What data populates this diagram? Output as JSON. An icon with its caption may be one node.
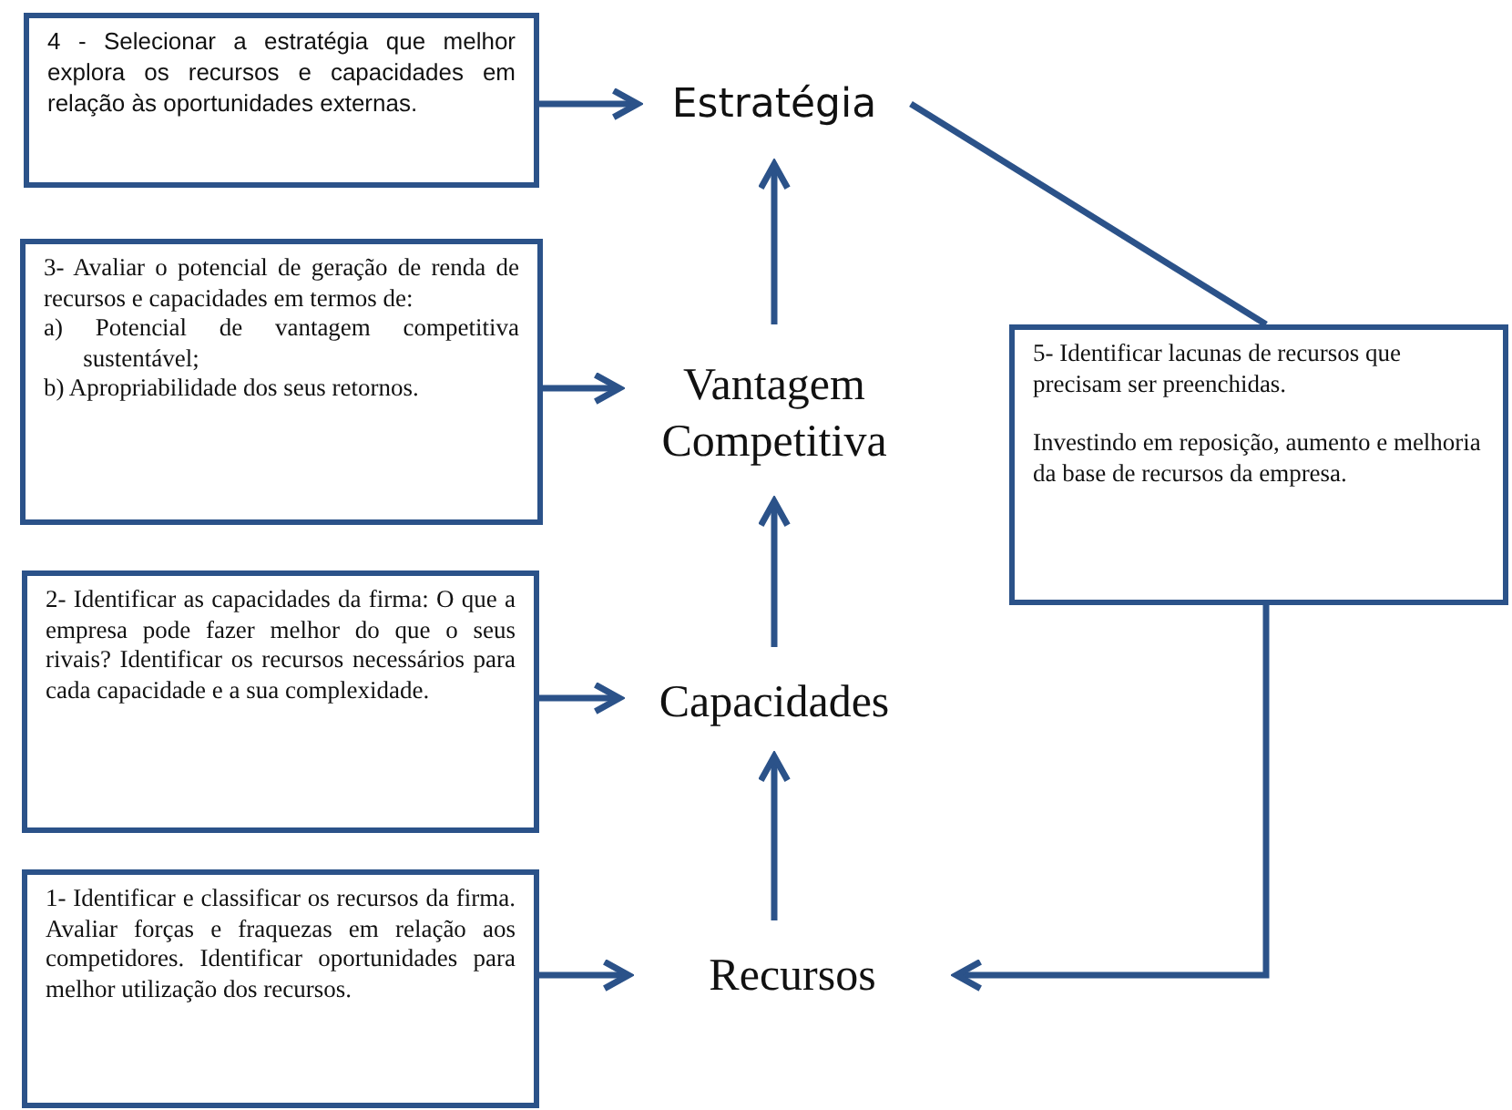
{
  "diagram": {
    "nodes": [
      {
        "text": [
          "4 - Selecionar a estratégia que melhor explora os recursos e capacidades em relação às oportunidades externas."
        ]
      },
      {
        "text": [
          "Estratégia"
        ]
      },
      {
        "text": [
          "3- Avaliar o potencial de geração de renda de recursos e capacidades em termos de:",
          "a) Potencial de vantagem competitiva sustentável;",
          "b) Apropriabilidade dos seus retornos."
        ]
      },
      {
        "text": [
          "Vantagem Competitiva"
        ]
      },
      {
        "text": [
          "5- Identificar lacunas de recursos que precisam ser preenchidas.",
          "Investindo em reposição, aumento e melhoria da base de recursos da empresa."
        ]
      },
      {
        "text": [
          "2- Identificar as capacidades da firma: O que a empresa pode fazer melhor do que o seus rivais? Identificar os recursos necessários para cada capacidade e a sua complexidade."
        ]
      },
      {
        "text": [
          "Capacidades"
        ]
      },
      {
        "text": [
          "1- Identificar e classificar os recursos da firma. Avaliar forças e fraquezas em relação aos competidores. Identificar oportunidades para melhor utilização dos recursos."
        ]
      },
      {
        "text": [
          "Recursos"
        ]
      }
    ],
    "edges": [
      {
        "from": 0,
        "to": 1,
        "arrow": "to"
      },
      {
        "from": 2,
        "to": 3,
        "arrow": "to"
      },
      {
        "from": 5,
        "to": 6,
        "arrow": "to"
      },
      {
        "from": 7,
        "to": 8,
        "arrow": "to"
      },
      {
        "from": 8,
        "to": 6,
        "arrow": "to"
      },
      {
        "from": 6,
        "to": 3,
        "arrow": "to"
      },
      {
        "from": 3,
        "to": 1,
        "arrow": "to"
      },
      {
        "from": 1,
        "to": 4,
        "arrow": "none"
      },
      {
        "from": 4,
        "to": 8,
        "arrow": "to"
      }
    ]
  }
}
